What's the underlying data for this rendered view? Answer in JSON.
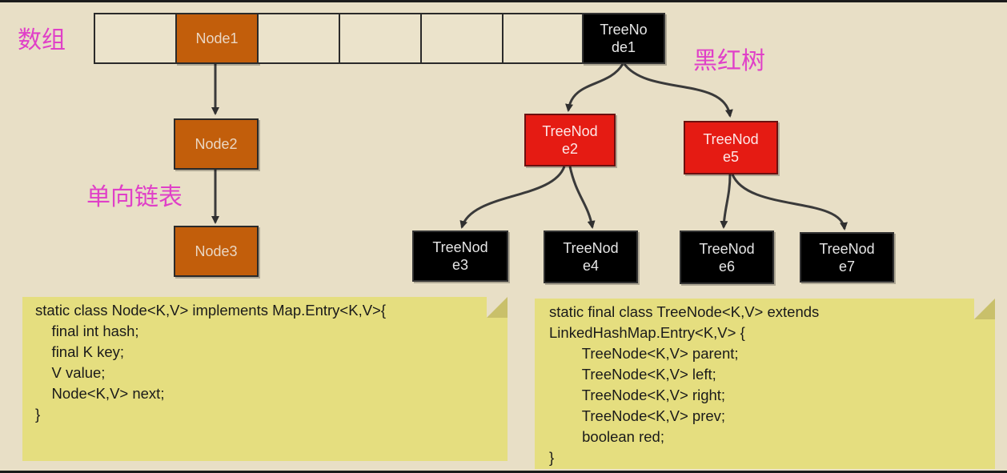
{
  "labels": {
    "array": "数组",
    "rbtree": "黑红树",
    "linked_list": "单向链表"
  },
  "array_cells": [
    "",
    "Node1",
    "",
    "",
    "",
    "",
    "TreeNo\nde1"
  ],
  "nodes": {
    "node2": "Node2",
    "node3": "Node3",
    "treenode2": "TreeNod\ne2",
    "treenode5": "TreeNod\ne5",
    "treenode3": "TreeNod\ne3",
    "treenode4": "TreeNod\ne4",
    "treenode6": "TreeNod\ne6",
    "treenode7": "TreeNod\ne7"
  },
  "code_left": "static class Node<K,V> implements Map.Entry<K,V>{\n    final int hash;\n    final K key;\n    V value;\n    Node<K,V> next;\n}",
  "code_right": "static final class TreeNode<K,V> extends\nLinkedHashMap.Entry<K,V> {\n        TreeNode<K,V> parent;\n        TreeNode<K,V> left;\n        TreeNode<K,V> right;\n        TreeNode<K,V> prev;\n        boolean red;\n}",
  "colors": {
    "background": "#e8dfc6",
    "brown_node": "#c25e0b",
    "red_node": "#e51b13",
    "black_node": "#000000",
    "note": "#e5de7f",
    "label": "#e040c8"
  }
}
